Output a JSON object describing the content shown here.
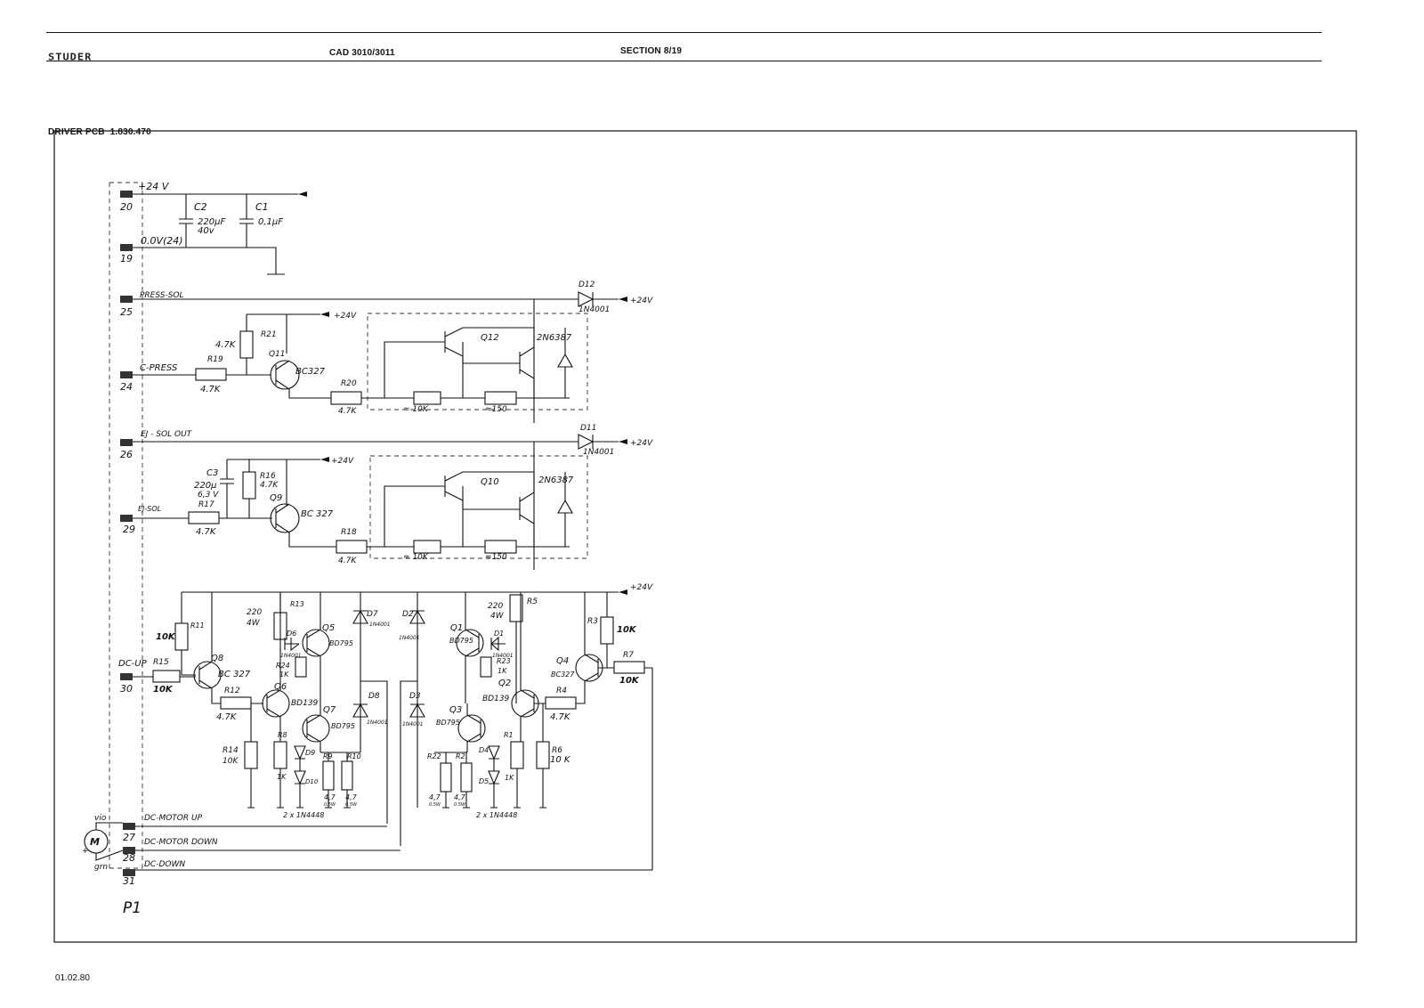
{
  "header": {
    "brand": "STUDER",
    "doc_number": "CAD 3010/3011",
    "section": "SECTION 8/19"
  },
  "board_title": "DRIVER PCB  1.830.470",
  "footer_date": "01.02.80",
  "connector": {
    "name": "P1",
    "pins": [
      {
        "num": "20",
        "label": "+24 V"
      },
      {
        "num": "19",
        "label": "0.0V(24)"
      },
      {
        "num": "25",
        "label": "PRESS-SOL"
      },
      {
        "num": "24",
        "label": "C-PRESS"
      },
      {
        "num": "26",
        "label": "EJ - SOL OUT"
      },
      {
        "num": "29",
        "label": "EJ-SOL"
      },
      {
        "num": "30",
        "label": "DC-UP"
      },
      {
        "num": "27",
        "label": "DC-MOTOR UP"
      },
      {
        "num": "28",
        "label": "DC-MOTOR DOWN"
      },
      {
        "num": "31",
        "label": "DC-DOWN"
      }
    ]
  },
  "motor": {
    "wire_top": "vio",
    "wire_bottom": "grn"
  },
  "supply_label": "+24V",
  "capacitors": {
    "c1": {
      "ref": "C1",
      "value": "0,1µF"
    },
    "c2": {
      "ref": "C2",
      "value": "220µF",
      "voltage": "40v"
    },
    "c3": {
      "ref": "C3",
      "value": "220µ",
      "voltage": "6,3 V"
    }
  },
  "press_stage": {
    "r21": {
      "ref": "R21",
      "value": "4.7K"
    },
    "r19": {
      "ref": "R19",
      "value": "4.7K"
    },
    "q11": {
      "ref": "Q11",
      "part": "BC327"
    },
    "r20": {
      "ref": "R20",
      "value": "4.7K"
    },
    "q12": {
      "ref": "Q12",
      "part": "2N6387"
    },
    "d12": {
      "ref": "D12",
      "part": "1N4001"
    },
    "int_r1": "≈ 10K",
    "int_r2": "≈150"
  },
  "eject_stage": {
    "r16": {
      "ref": "R16",
      "value": "4.7K"
    },
    "r17": {
      "ref": "R17",
      "value": "4.7K"
    },
    "q9": {
      "ref": "Q9",
      "part": "BC 327"
    },
    "r18": {
      "ref": "R18",
      "value": "4.7K"
    },
    "q10": {
      "ref": "Q10",
      "part": "2N6387"
    },
    "d11": {
      "ref": "D11",
      "part": "1N4001"
    },
    "int_r1": "≈ 10K",
    "int_r2": "≈150"
  },
  "motor_stage": {
    "r11": {
      "ref": "R11",
      "value": "10K"
    },
    "r15": {
      "ref": "R15",
      "value": "10K"
    },
    "q8": {
      "ref": "Q8",
      "part": "BC 327"
    },
    "r12": {
      "ref": "R12",
      "value": "4.7K"
    },
    "r13": {
      "ref": "R13",
      "value": "220",
      "power": "4W"
    },
    "d6": {
      "ref": "D6",
      "part": "1N4001"
    },
    "q5": {
      "ref": "Q5",
      "part": "BD795"
    },
    "r24": {
      "ref": "R24",
      "value": "1K"
    },
    "q6": {
      "ref": "Q6",
      "part": "BD139"
    },
    "q7": {
      "ref": "Q7",
      "part": "BD795"
    },
    "d7": {
      "ref": "D7",
      "part": "1N4001"
    },
    "d8": {
      "ref": "D8",
      "part": "1N4001"
    },
    "r14": {
      "ref": "R14",
      "value": "10K"
    },
    "r8": {
      "ref": "R8",
      "value": "1K"
    },
    "d9": {
      "ref": "D9"
    },
    "d10": {
      "ref": "D10"
    },
    "r9": {
      "ref": "R9",
      "value": "4,7",
      "power": "0.5W"
    },
    "r10": {
      "ref": "R10",
      "value": "4,7",
      "power": "0.5W"
    },
    "d9_d10_part": "2 x 1N4448",
    "d2": {
      "ref": "D2",
      "part": "1N4001"
    },
    "d3": {
      "ref": "D3",
      "part": "1N4001"
    },
    "q1": {
      "ref": "Q1",
      "part": "BD795"
    },
    "r5": {
      "ref": "R5",
      "value": "220",
      "power": "4W"
    },
    "d1": {
      "ref": "D1",
      "part": "1N4001"
    },
    "r23": {
      "ref": "R23",
      "value": "1K"
    },
    "q2": {
      "ref": "Q2",
      "part": "BD139"
    },
    "q3": {
      "ref": "Q3",
      "part": "BD795"
    },
    "r22": {
      "ref": "R22",
      "value": "4,7",
      "power": "0.5W"
    },
    "r2": {
      "ref": "R2",
      "value": "4,7",
      "power": "0.5W"
    },
    "d4": {
      "ref": "D4"
    },
    "d5": {
      "ref": "D5"
    },
    "d4_d5_part": "2 x 1N4448",
    "r1": {
      "ref": "R1",
      "value": "1K"
    },
    "r6": {
      "ref": "R6",
      "value": "10 K"
    },
    "r4": {
      "ref": "R4",
      "value": "4.7K"
    },
    "q4": {
      "ref": "Q4",
      "part": "BC327"
    },
    "r3": {
      "ref": "R3",
      "value": "10K"
    },
    "r7": {
      "ref": "R7",
      "value": "10K"
    }
  }
}
